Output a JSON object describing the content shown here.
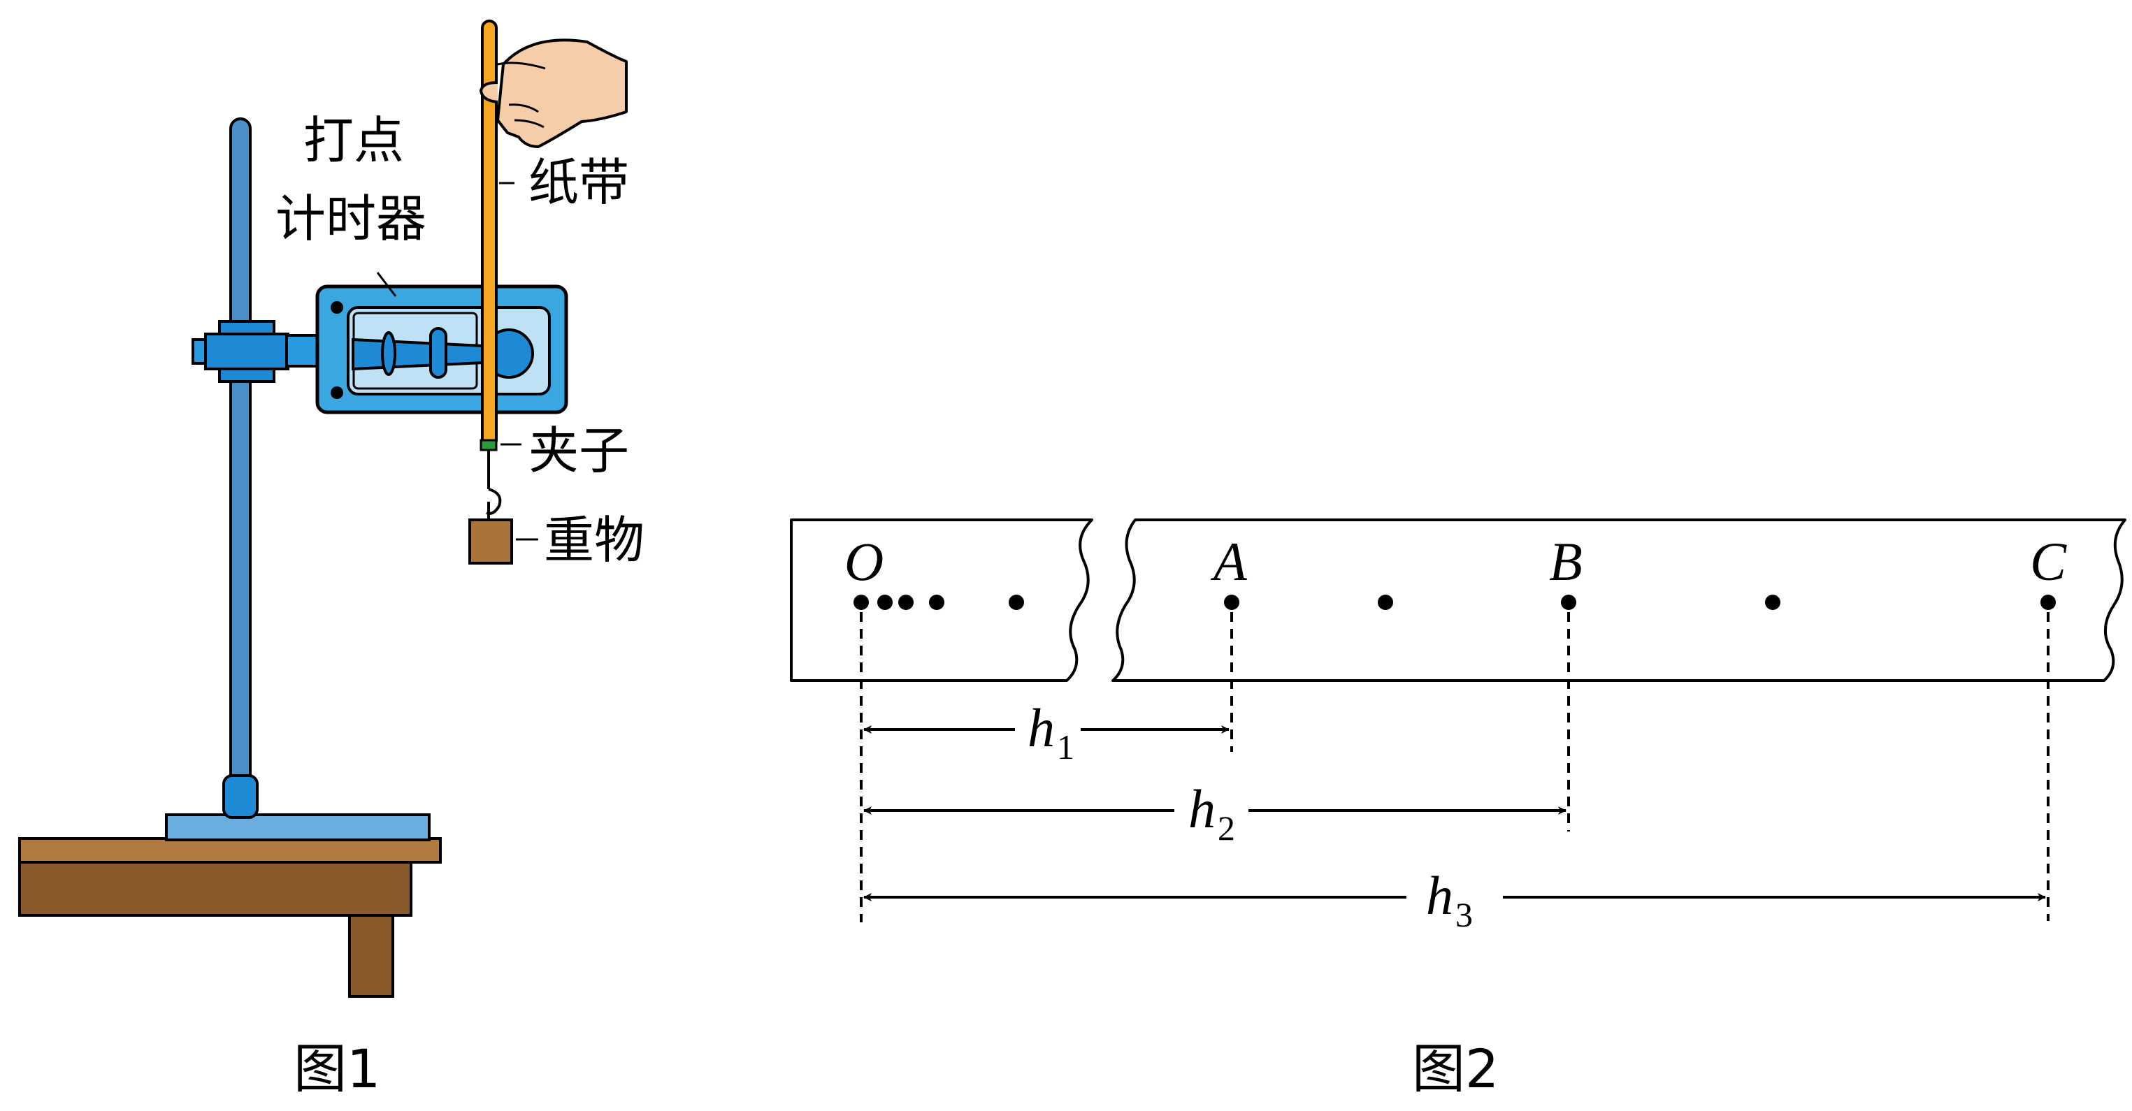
{
  "figure1": {
    "caption": "图1",
    "labels": {
      "timer_line1": "打点",
      "timer_line2": "计时器",
      "tape": "纸带",
      "clip": "夹子",
      "weight": "重物"
    }
  },
  "figure2": {
    "caption": "图2",
    "points": {
      "o": "O",
      "a": "A",
      "b": "B",
      "c": "C"
    },
    "distances": {
      "h1": {
        "symbol": "h",
        "sub": "1"
      },
      "h2": {
        "symbol": "h",
        "sub": "2"
      },
      "h3": {
        "symbol": "h",
        "sub": "3"
      }
    }
  },
  "colors": {
    "stand_blue": "#4a8fc8",
    "timer_blue": "#3aa7e0",
    "tape_orange": "#f5a623",
    "table_brown": "#8a5a2b",
    "weight_brown": "#a8743a",
    "hand_skin": "#f5cda8"
  }
}
